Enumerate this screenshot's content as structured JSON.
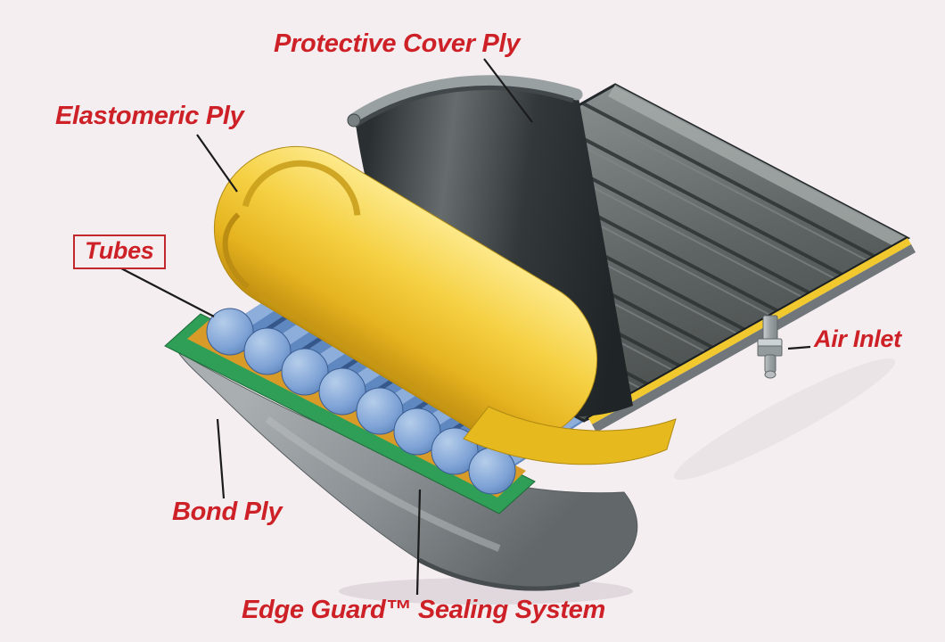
{
  "palette": {
    "background": "#f4eef0",
    "label_red": "#cd2127",
    "leader_line": "#1b1b1b",
    "cover_dark": "#33383a",
    "panel_gray": "#5c6262",
    "elastomeric_yellow": "#f1c92f",
    "tube_blue": "#5f88c0",
    "edge_guard_green": "#2f9e57",
    "bond_ply_gray": "#8e9496",
    "bond_under_orange": "#d99b28",
    "valve_gray": "#aeb4b6"
  },
  "labels": {
    "protective_cover_ply": "Protective Cover Ply",
    "elastomeric_ply": "Elastomeric Ply",
    "tubes": "Tubes",
    "air_inlet": "Air Inlet",
    "bond_ply": "Bond Ply",
    "edge_guard": "Edge Guard™ Sealing System"
  },
  "diagram": {
    "type": "cutaway-illustration",
    "parts": [
      {
        "name": "Protective Cover Ply",
        "color": "#33383a"
      },
      {
        "name": "Elastomeric Ply",
        "color": "#f1c92f"
      },
      {
        "name": "Tubes",
        "color": "#5f88c0"
      },
      {
        "name": "Edge Guard™ Sealing System",
        "color": "#2f9e57"
      },
      {
        "name": "Bond Ply",
        "color": "#8e9496"
      },
      {
        "name": "Air Inlet",
        "color": "#aeb4b6"
      }
    ]
  }
}
